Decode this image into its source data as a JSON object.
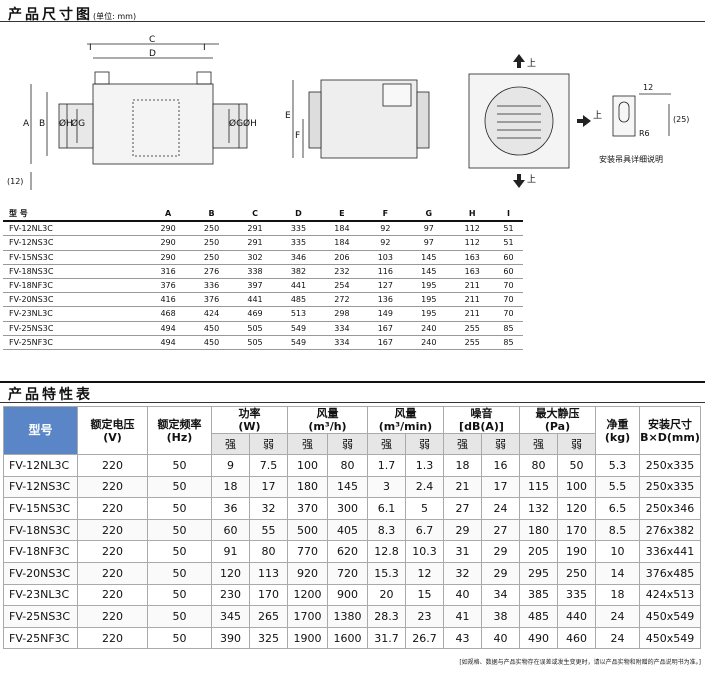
{
  "section1": {
    "title": "产品尺寸图",
    "unit": "(单位: mm)"
  },
  "diagram_labels": {
    "C": "C",
    "D": "D",
    "I": "I",
    "A": "A",
    "B": "B",
    "H": "ØH",
    "G": "ØG",
    "twelve_paren": "(12)",
    "E": "E",
    "F": "F",
    "up": "上",
    "twelve": "12",
    "twentyfive": "(25)",
    "r6": "R6",
    "hanger_caption": "安装吊具详细说明"
  },
  "dimension_table": {
    "headers": [
      "型 号",
      "A",
      "B",
      "C",
      "D",
      "E",
      "F",
      "G",
      "H",
      "I"
    ],
    "rows": [
      [
        "FV-12NL3C",
        "290",
        "250",
        "291",
        "335",
        "184",
        "92",
        "97",
        "112",
        "51"
      ],
      [
        "FV-12NS3C",
        "290",
        "250",
        "291",
        "335",
        "184",
        "92",
        "97",
        "112",
        "51"
      ],
      [
        "FV-15NS3C",
        "290",
        "250",
        "302",
        "346",
        "206",
        "103",
        "145",
        "163",
        "60"
      ],
      [
        "FV-18NS3C",
        "316",
        "276",
        "338",
        "382",
        "232",
        "116",
        "145",
        "163",
        "60"
      ],
      [
        "FV-18NF3C",
        "376",
        "336",
        "397",
        "441",
        "254",
        "127",
        "195",
        "211",
        "70"
      ],
      [
        "FV-20NS3C",
        "416",
        "376",
        "441",
        "485",
        "272",
        "136",
        "195",
        "211",
        "70"
      ],
      [
        "FV-23NL3C",
        "468",
        "424",
        "469",
        "513",
        "298",
        "149",
        "195",
        "211",
        "70"
      ],
      [
        "FV-25NS3C",
        "494",
        "450",
        "505",
        "549",
        "334",
        "167",
        "240",
        "255",
        "85"
      ],
      [
        "FV-25NF3C",
        "494",
        "450",
        "505",
        "549",
        "334",
        "167",
        "240",
        "255",
        "85"
      ]
    ]
  },
  "section2": {
    "title": "产品特性表"
  },
  "spec_table": {
    "headers": {
      "model": "型号",
      "voltage": "额定电压",
      "voltage_unit": "(V)",
      "freq": "额定频率",
      "freq_unit": "(Hz)",
      "power": "功率",
      "power_unit": "(W)",
      "airflow1": "风量",
      "airflow1_unit": "(m³/h)",
      "airflow2": "风量",
      "airflow2_unit": "(m³/min)",
      "noise": "噪音",
      "noise_unit": "[dB(A)]",
      "pressure": "最大静压",
      "pressure_unit": "(Pa)",
      "weight": "净重",
      "weight_unit": "(kg)",
      "install": "安装尺寸",
      "install_unit": "B×D(mm)",
      "strong": "强",
      "weak": "弱"
    },
    "rows": [
      [
        "FV-12NL3C",
        "220",
        "50",
        "9",
        "7.5",
        "100",
        "80",
        "1.7",
        "1.3",
        "18",
        "16",
        "80",
        "50",
        "5.3",
        "250x335"
      ],
      [
        "FV-12NS3C",
        "220",
        "50",
        "18",
        "17",
        "180",
        "145",
        "3",
        "2.4",
        "21",
        "17",
        "115",
        "100",
        "5.5",
        "250x335"
      ],
      [
        "FV-15NS3C",
        "220",
        "50",
        "36",
        "32",
        "370",
        "300",
        "6.1",
        "5",
        "27",
        "24",
        "132",
        "120",
        "6.5",
        "250x346"
      ],
      [
        "FV-18NS3C",
        "220",
        "50",
        "60",
        "55",
        "500",
        "405",
        "8.3",
        "6.7",
        "29",
        "27",
        "180",
        "170",
        "8.5",
        "276x382"
      ],
      [
        "FV-18NF3C",
        "220",
        "50",
        "91",
        "80",
        "770",
        "620",
        "12.8",
        "10.3",
        "31",
        "29",
        "205",
        "190",
        "10",
        "336x441"
      ],
      [
        "FV-20NS3C",
        "220",
        "50",
        "120",
        "113",
        "920",
        "720",
        "15.3",
        "12",
        "32",
        "29",
        "295",
        "250",
        "14",
        "376x485"
      ],
      [
        "FV-23NL3C",
        "220",
        "50",
        "230",
        "170",
        "1200",
        "900",
        "20",
        "15",
        "40",
        "34",
        "385",
        "335",
        "18",
        "424x513"
      ],
      [
        "FV-25NS3C",
        "220",
        "50",
        "345",
        "265",
        "1700",
        "1380",
        "28.3",
        "23",
        "41",
        "38",
        "485",
        "440",
        "24",
        "450x549"
      ],
      [
        "FV-25NF3C",
        "220",
        "50",
        "390",
        "325",
        "1900",
        "1600",
        "31.7",
        "26.7",
        "43",
        "40",
        "490",
        "460",
        "24",
        "450x549"
      ]
    ]
  },
  "footnote": "[如规格、数据与产品实物存在误差或发生变更时，请以产品实物和附赠的产品说明书为准。]",
  "colors": {
    "header_blue": "#5a86c7",
    "sub_gray": "#e6e6e6"
  }
}
